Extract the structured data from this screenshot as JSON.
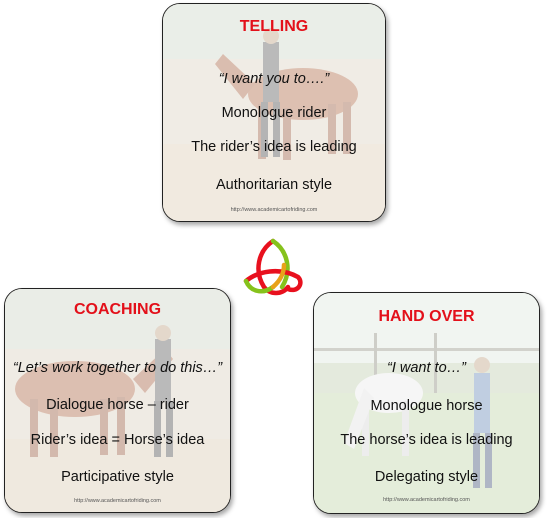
{
  "cards": {
    "telling": {
      "title": "TELLING",
      "quote": "“I want you to….”",
      "line1": "Monologue rider",
      "line2": "The rider’s idea is leading",
      "line3": "Authoritarian style",
      "url": "http://www.academicartofriding.com"
    },
    "coaching": {
      "title": "COACHING",
      "quote": "“Let’s work together to do this…”",
      "line1": "Dialogue horse – rider",
      "line2": "Rider’s idea = Horse’s idea",
      "line3": "Participative style",
      "url": "http://www.academicartofriding.com"
    },
    "handover": {
      "title": "HAND OVER",
      "quote": "“I want to…”",
      "line1": "Monologue horse",
      "line2": "The horse’s idea is leading",
      "line3": "Delegating style",
      "url": "http://www.academicartofriding.com"
    }
  },
  "colors": {
    "title_red": "#e3101a",
    "knot_red": "#e8101e",
    "knot_green": "#86c21c",
    "knot_orange": "#e8a21a"
  }
}
